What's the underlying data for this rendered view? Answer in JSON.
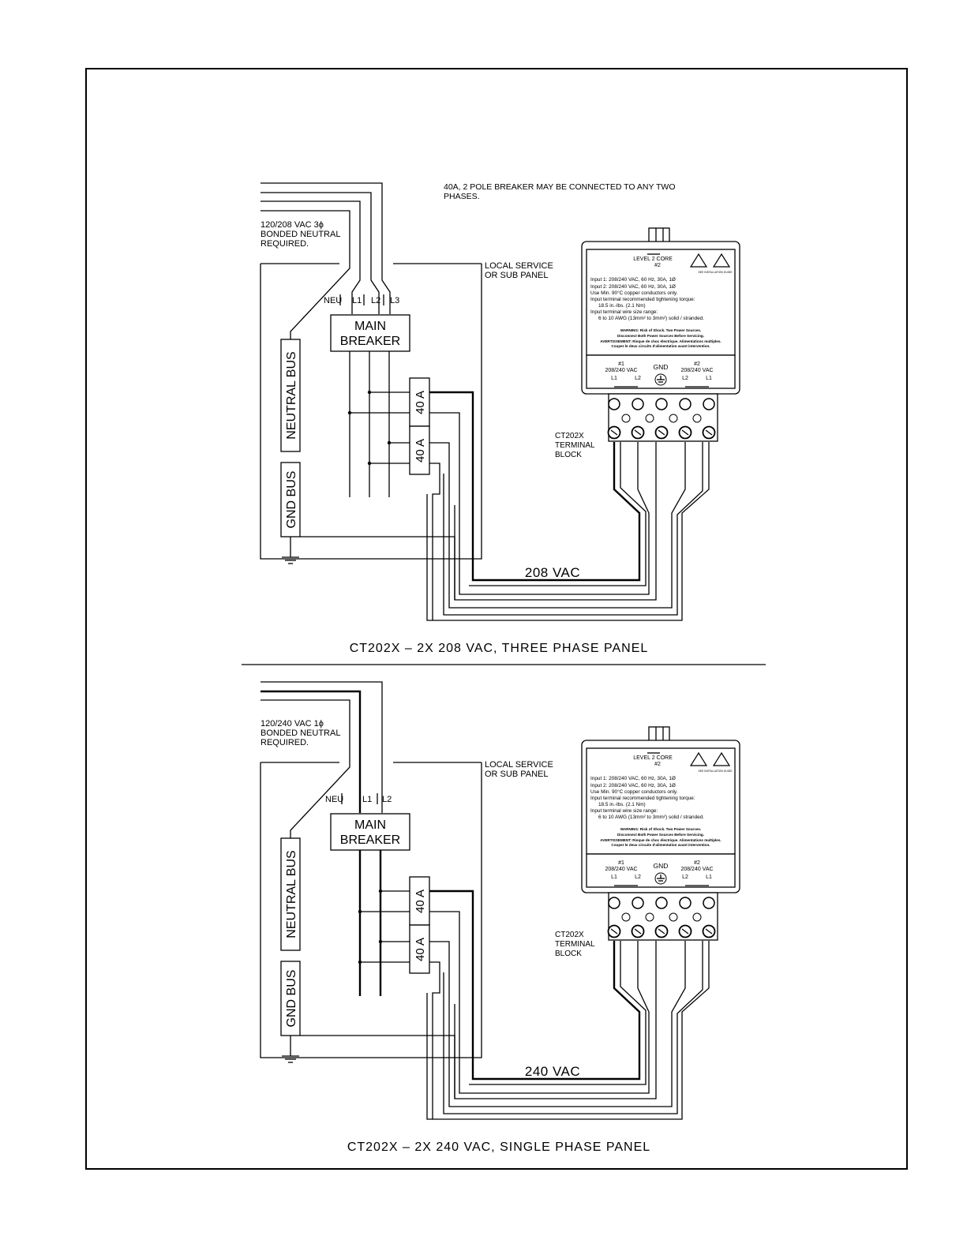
{
  "diagrams": [
    {
      "note": "40A, 2 POLE BREAKER MAY BE CONNECTED TO ANY TWO PHASES.",
      "supply_lines": [
        "120/208 VAC 3ϕ",
        "BONDED NEUTRAL",
        "REQUIRED."
      ],
      "panel_label": [
        "LOCAL SERVICE",
        "OR SUB PANEL"
      ],
      "bus_labels": [
        "NEU",
        "L1",
        "L2",
        "L3"
      ],
      "main_breaker": [
        "MAIN",
        "BREAKER"
      ],
      "neutral_bus": "NEUTRAL BUS",
      "gnd_bus": "GND BUS",
      "breakers": [
        "40 A",
        "40 A"
      ],
      "terminal_block": [
        "CT202X",
        "TERMINAL",
        "BLOCK"
      ],
      "wire_label": "208 VAC",
      "caption": "CT202X  –  2X 208 VAC, THREE PHASE PANEL"
    },
    {
      "supply_lines": [
        "120/240 VAC 1ϕ",
        "BONDED NEUTRAL",
        "REQUIRED."
      ],
      "panel_label": [
        "LOCAL SERVICE",
        "OR SUB PANEL"
      ],
      "bus_labels": [
        "NEU",
        "L1",
        "L2"
      ],
      "main_breaker": [
        "MAIN",
        "BREAKER"
      ],
      "neutral_bus": "NEUTRAL BUS",
      "gnd_bus": "GND BUS",
      "breakers": [
        "40 A",
        "40 A"
      ],
      "terminal_block": [
        "CT202X",
        "TERMINAL",
        "BLOCK"
      ],
      "wire_label": "240 VAC",
      "caption": "CT202X  –  2X 240 VAC, SINGLE PHASE PANEL"
    }
  ],
  "charger_label": {
    "header": "LEVEL 2 CORE",
    "sub": "#2",
    "lines": [
      "Input 1: 208/240 VAC, 60 Hz, 30A, 1Ø",
      "Input 2: 208/240 VAC, 60 Hz, 30A, 1Ø",
      "Use Min. 90°C copper conductors only.",
      "Input terminal recommended tightening torque:",
      "18.5 in.-lbs. (2.1 Nm)",
      "Input terminal wire size range:",
      "6 to 10 AWG (13mm² to 3mm²) solid / stranded."
    ],
    "warning": [
      "WARNING: Risk of Shock. Two Power Sources.",
      "Disconnect Both Power Sources Before Servicing.",
      "AVERTISSEMENT: Risque de choc électrique. Alimentations multiples.",
      "Couper le deux circuits d'alimentation avant intervention."
    ],
    "icon_caption": "SEE INSTALLATION GUIDE",
    "input1": [
      "#1",
      "208/240 VAC",
      "L1",
      "L2"
    ],
    "gnd": "GND",
    "input2": [
      "#2",
      "208/240 VAC",
      "L2",
      "L1"
    ]
  }
}
